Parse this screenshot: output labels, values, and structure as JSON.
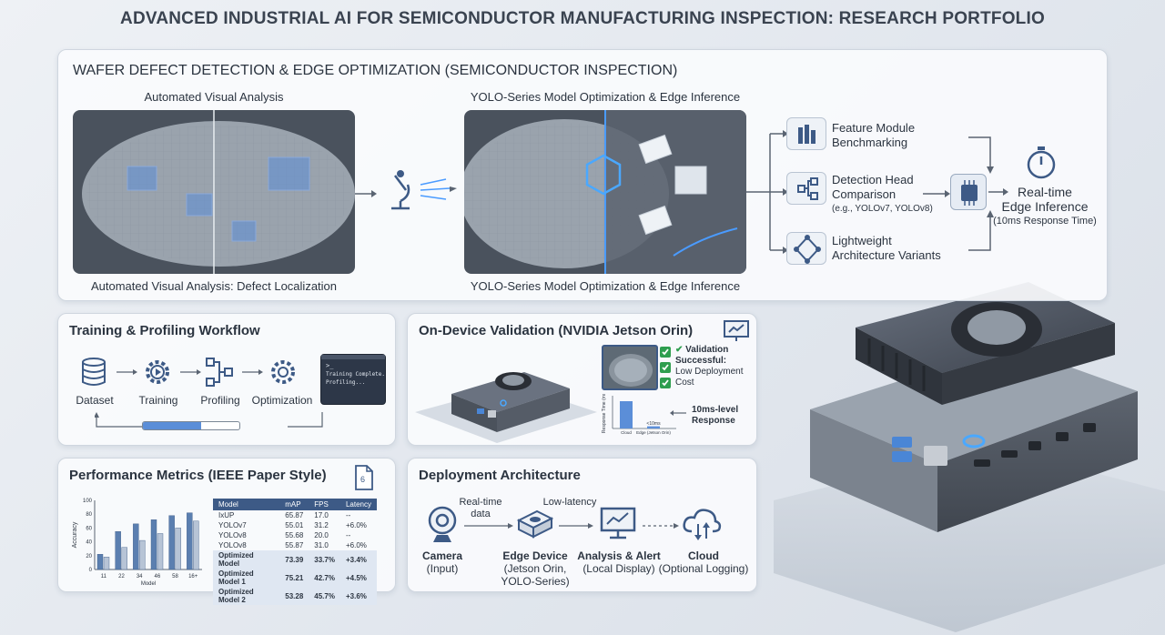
{
  "title": "ADVANCED INDUSTRIAL AI FOR SEMICONDUCTOR MANUFACTURING INSPECTION: RESEARCH PORTFOLIO",
  "wafer_panel": {
    "title": "WAFER DEFECT DETECTION & EDGE OPTIMIZATION (SEMICONDUCTOR INSPECTION)",
    "img1_top": "Automated Visual Analysis",
    "img1_bottom": "Automated Visual Analysis: Defect Localization",
    "img2_top": "YOLO-Series Model Optimization & Edge Inference",
    "img2_bottom": "YOLO-Series Model Optimization & Edge Inference",
    "modules": [
      {
        "line1": "Feature Module",
        "line2": "Benchmarking",
        "line3": ""
      },
      {
        "line1": "Detection Head",
        "line2": "Comparison",
        "line3": "(e.g., YOLOv7, YOLOv8)"
      },
      {
        "line1": "Lightweight",
        "line2": "Architecture Variants",
        "line3": ""
      }
    ],
    "realtime": {
      "line1": "Real-time",
      "line2": "Edge Inference",
      "line3": "(10ms Response Time)"
    }
  },
  "training": {
    "title": "Training & Profiling Workflow",
    "steps": [
      "Dataset",
      "Training",
      "Profiling",
      "Optimization"
    ],
    "terminal_prompt": ">_",
    "terminal_lines": [
      "Training Complete.",
      "Profiling..."
    ],
    "progress": 0.6
  },
  "ondevice": {
    "title": "On-Device Validation (NVIDIA Jetson Orin)",
    "validation_title": "Validation Successful:",
    "validation_sub": "Low Deployment Cost",
    "response_title": "10ms-level Response",
    "mini_chart": {
      "ylabel": "Response Time (ms)",
      "bars": [
        {
          "label": "Cloud",
          "value": 1.0
        },
        {
          "label": "Edge (Jetson Orin)",
          "value": 0.08
        }
      ],
      "edge_annotation": "<10ms"
    }
  },
  "metrics": {
    "title": "Performance Metrics (IEEE Paper Style)",
    "chart_data": {
      "type": "bar",
      "categories": [
        "11",
        "22",
        "34",
        "46",
        "58",
        "16+"
      ],
      "series": [
        {
          "values": [
            22,
            55,
            66,
            72,
            78,
            82
          ]
        },
        {
          "values": [
            18,
            32,
            42,
            52,
            60,
            70
          ]
        }
      ],
      "xlabel": "Model",
      "ylabel": "Accuracy",
      "yticks": [
        "100",
        "80",
        "60",
        "40",
        "20",
        "0"
      ],
      "ylim": [
        0,
        100
      ]
    },
    "table": {
      "headers": [
        "Model",
        "mAP",
        "FPS",
        "Latency"
      ],
      "rows": [
        [
          "IxUP",
          "65.87",
          "17.0",
          "--"
        ],
        [
          "YOLOv7",
          "55.01",
          "31.2",
          "+6.0%"
        ],
        [
          "YOLOv8",
          "55.68",
          "20.0",
          "--"
        ],
        [
          "YOLOv8",
          "55.87",
          "31.0",
          "+6.0%"
        ]
      ],
      "opt_rows": [
        [
          "Optimized Model",
          "73.39",
          "33.7%",
          "+3.4%"
        ],
        [
          "Optimized Model 1",
          "75.21",
          "42.7%",
          "+4.5%"
        ],
        [
          "Optimized Model 2",
          "53.28",
          "45.7%",
          "+3.6%"
        ]
      ]
    }
  },
  "deployment": {
    "title": "Deployment Architecture",
    "nodes": [
      {
        "name": "Camera",
        "sub": "(Input)"
      },
      {
        "name": "Edge Device",
        "sub": "(Jetson Orin, YOLO-Series)"
      },
      {
        "name": "Analysis & Alert",
        "sub": "(Local Display)"
      },
      {
        "name": "Cloud",
        "sub": "(Optional Logging)"
      }
    ],
    "links": [
      {
        "line1": "Real-time",
        "line2": "data"
      },
      {
        "line1": "Low-latency",
        "line2": ""
      }
    ]
  },
  "colors": {
    "accent": "#3d5a86",
    "glow": "#4a9bff",
    "dark": "#3a4350"
  }
}
